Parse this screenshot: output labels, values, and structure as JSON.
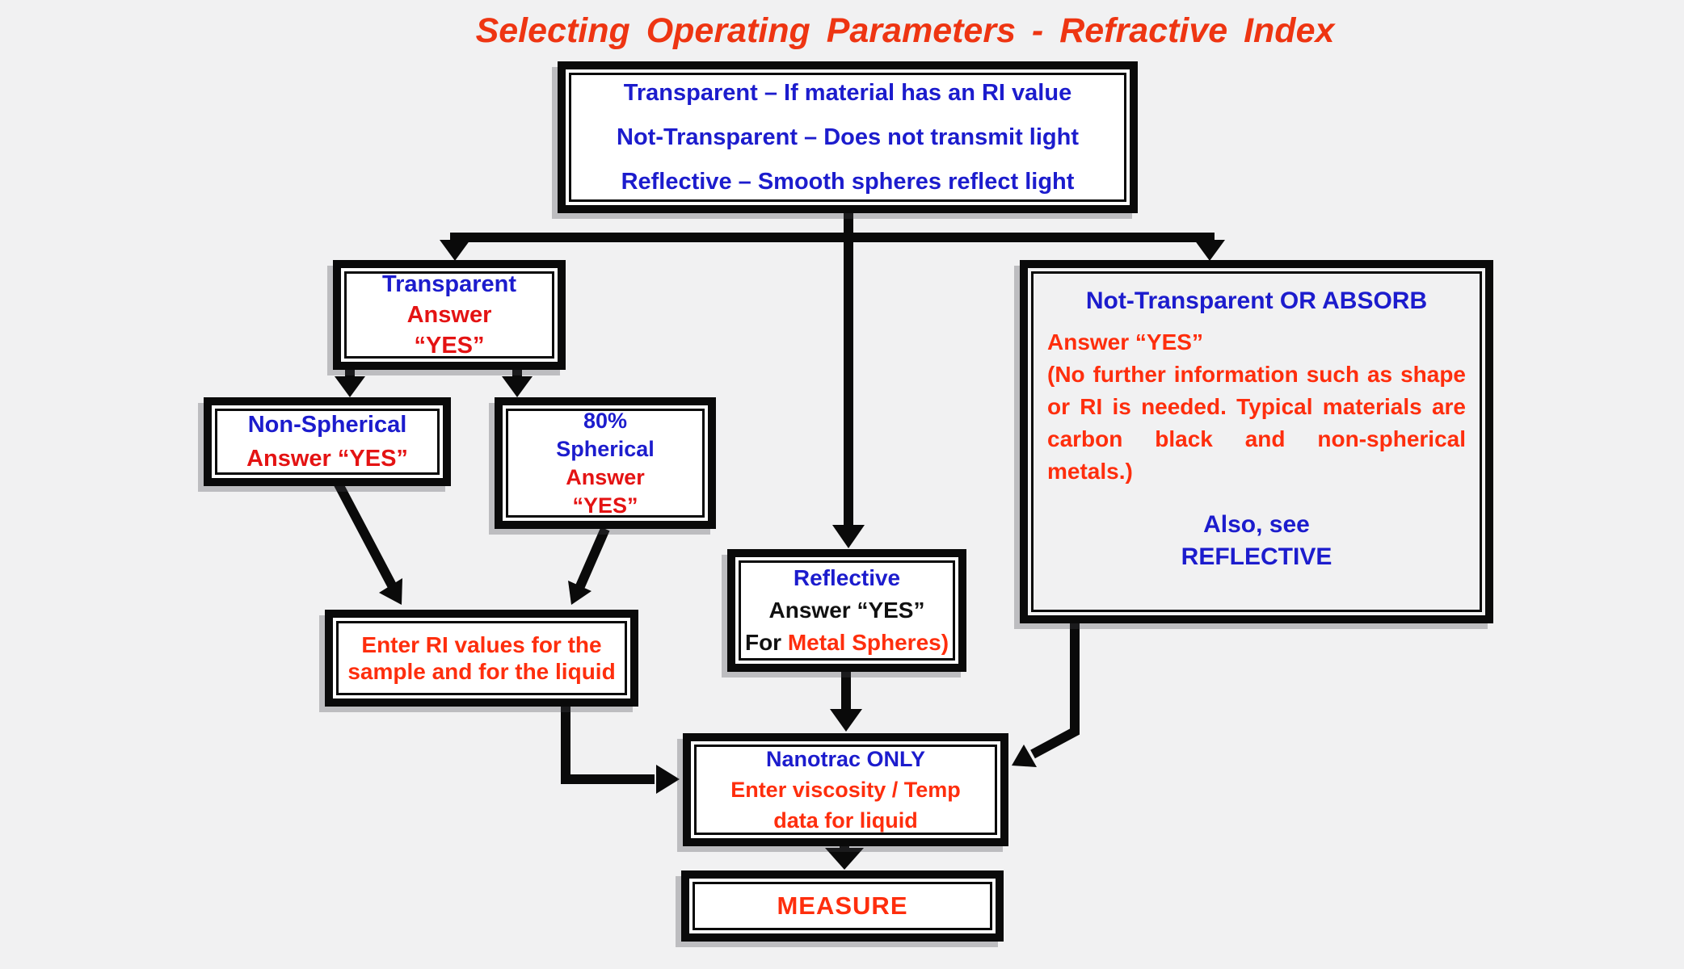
{
  "title": {
    "text": "Selecting Operating Parameters - Refractive Index"
  },
  "colors": {
    "background": "#f1f1f2",
    "blue": "#1c1ccd",
    "red": "#e41313",
    "orange_red": "#fe2e0d",
    "title_red": "#ee3512",
    "black": "#111111",
    "border": "#0a0a0a",
    "box_white": "#ffffff"
  },
  "nodes": {
    "definitions": {
      "lines": [
        "Transparent – If material has an RI value",
        "Not-Transparent – Does not transmit light",
        "Reflective – Smooth spheres reflect light"
      ]
    },
    "transparent": {
      "title": "Transparent",
      "answer": "Answer",
      "yes": "“YES”"
    },
    "non_spherical": {
      "title": "Non-Spherical",
      "answer": "Answer “YES”"
    },
    "spherical": {
      "percent": "80%",
      "title": "Spherical",
      "answer": "Answer",
      "yes": "“YES”"
    },
    "not_transparent": {
      "title": "Not-Transparent OR ABSORB",
      "answer": "Answer “YES”",
      "note": "(No further information such as shape or RI is needed. Typical materials are carbon black and non-spherical metals.)",
      "also_line1": "Also, see",
      "also_line2": "REFLECTIVE"
    },
    "reflective": {
      "title": "Reflective",
      "answer": "Answer “YES”",
      "for_label": "For ",
      "for_value": "Metal Spheres)"
    },
    "enter_ri": {
      "text": "Enter RI values for the sample and for the liquid"
    },
    "nanotrac": {
      "title": "Nanotrac ONLY",
      "line2": "Enter viscosity / Temp",
      "line3": "data for liquid"
    },
    "measure": {
      "label": "MEASURE"
    }
  }
}
